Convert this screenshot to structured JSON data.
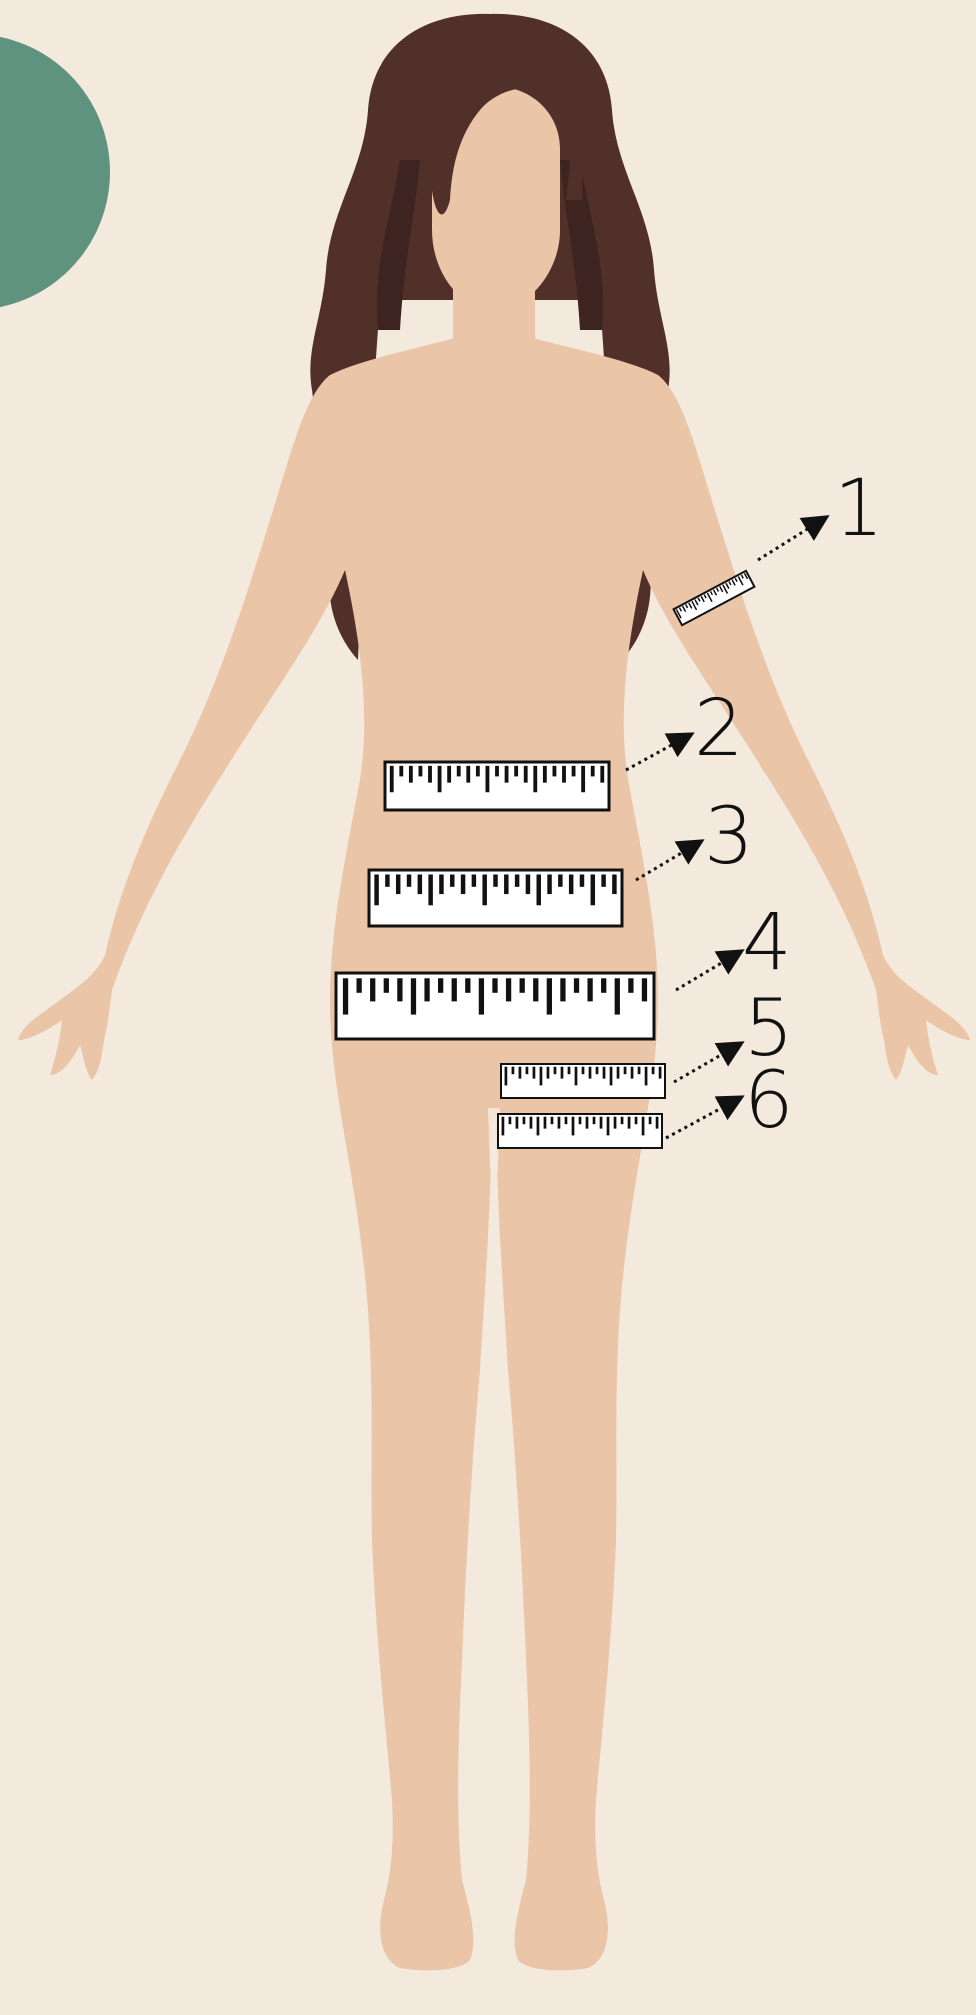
{
  "colors": {
    "background": "#f3eadd",
    "accent_circle": "#5f9380",
    "skin": "#eac5a8",
    "hair": "#51302a",
    "hair_dark": "#3e2420",
    "ruler_face": "#ffffff",
    "ruler_ink": "#111111"
  },
  "figure": {
    "icon": "female-body-silhouette"
  },
  "measurements": [
    {
      "label": "1",
      "site": "upper-arm"
    },
    {
      "label": "2",
      "site": "waist"
    },
    {
      "label": "3",
      "site": "abdomen"
    },
    {
      "label": "4",
      "site": "hips"
    },
    {
      "label": "5",
      "site": "upper-thigh"
    },
    {
      "label": "6",
      "site": "thigh"
    }
  ]
}
